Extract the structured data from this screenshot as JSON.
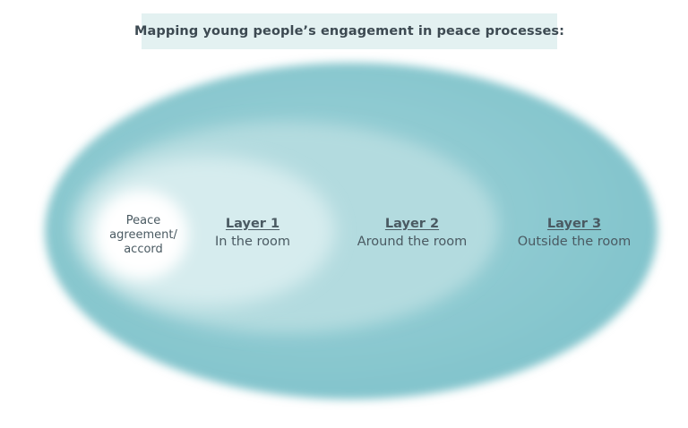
{
  "title": "Mapping young people’s engagement in peace processes:",
  "core": {
    "lines": [
      "Peace",
      "agreement/",
      "accord"
    ]
  },
  "layers": [
    {
      "title": "Layer 1",
      "subtitle": "In the room"
    },
    {
      "title": "Layer 2",
      "subtitle": "Around  the room"
    },
    {
      "title": "Layer 3",
      "subtitle": "Outside  the room"
    }
  ],
  "colors": {
    "title_bg": "#e3f1f1",
    "text": "#4a5a62",
    "outer": "#89c8cf",
    "middle": "#b3dbdf",
    "inner": "#d6ecee",
    "core": "#ffffff"
  }
}
